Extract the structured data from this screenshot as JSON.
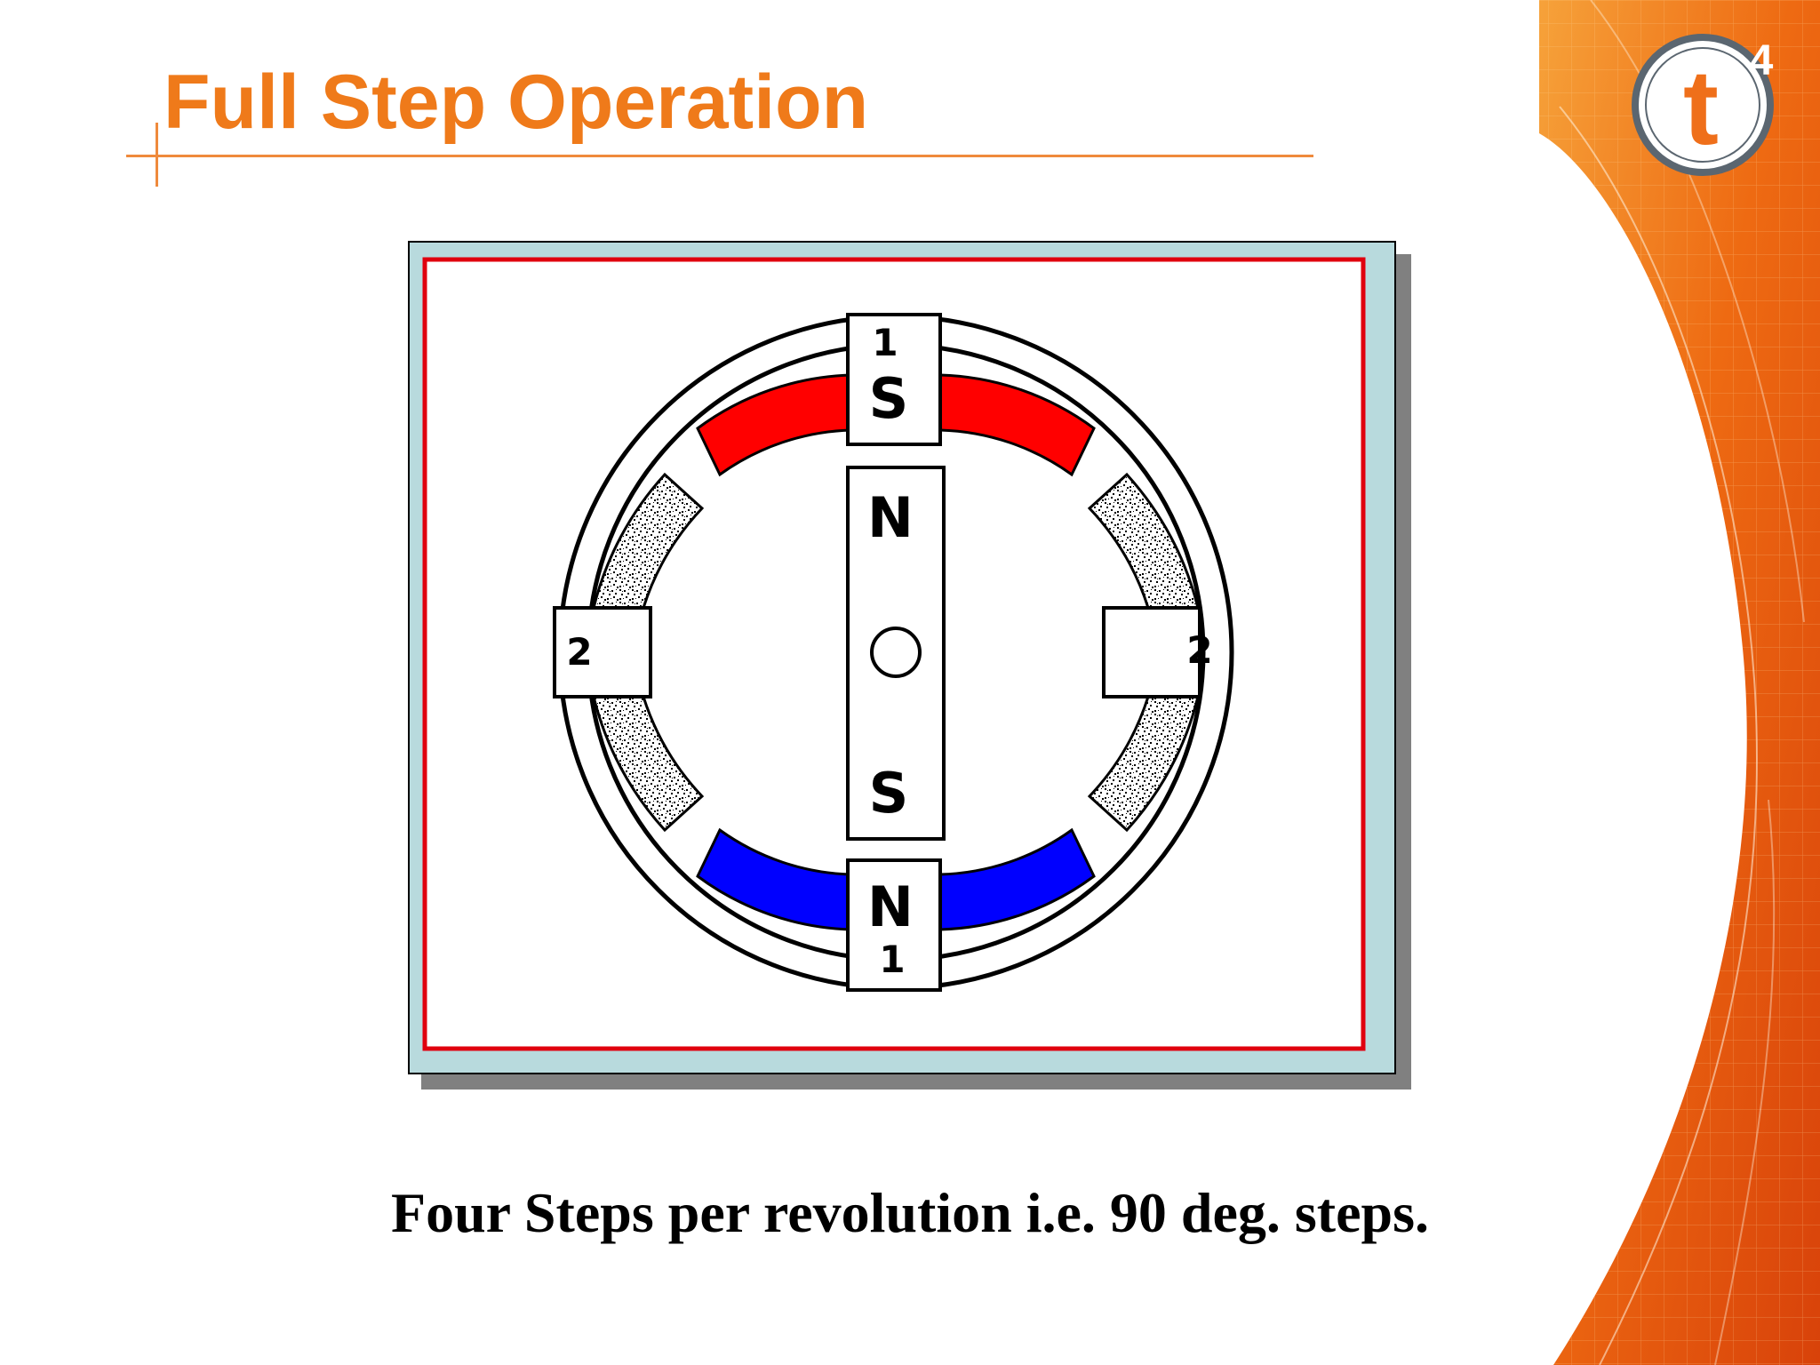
{
  "slide": {
    "title": "Full Step Operation",
    "caption": "Four Steps per revolution i.e. 90 deg. steps."
  },
  "logo": {
    "letter": "t",
    "superscript": "4"
  },
  "diagram": {
    "top_stator": {
      "coil_label": "1",
      "pole_label": "S"
    },
    "bottom_stator": {
      "coil_label": "1",
      "pole_label": "N"
    },
    "left_stator": {
      "coil_label": "2"
    },
    "right_stator": {
      "coil_label": "2"
    },
    "rotor": {
      "top_pole_label": "N",
      "bottom_pole_label": "S"
    }
  },
  "colors": {
    "title": "#ef7a1a",
    "energized_south_winding": "#ff0000",
    "energized_north_winding": "#0000ff",
    "frame_border": "#e0000e",
    "frame_bevel": "#b8dadd"
  }
}
